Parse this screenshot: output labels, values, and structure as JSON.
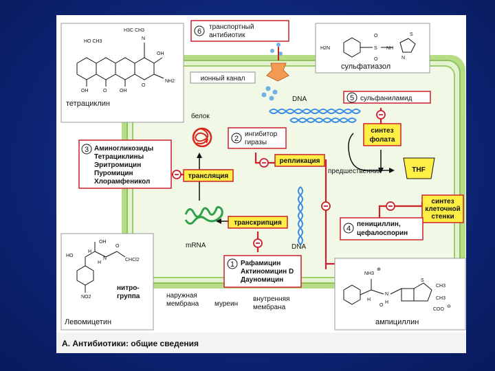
{
  "colors": {
    "background": "#0e2678",
    "cell_fill": "#dff0c8",
    "membrane": "#a8d470",
    "label_box_fill": "#ffee44",
    "label_box_border": "#cc1f2a",
    "inhibitor_red": "#cc1f2a",
    "dna_blue": "#3e8ee6",
    "mrna_green": "#2fa04a",
    "protein_red": "#d9261c"
  },
  "antibiotics": {
    "tetracycline": {
      "num": "",
      "name": "тетрациклин"
    },
    "transport": {
      "num": "6",
      "line1": "транспортный",
      "line2": "антибиотик"
    },
    "sulfathiazole": {
      "name": "сульфатиазол"
    },
    "sulfanilamide": {
      "num": "5",
      "name": "сульфаниламид"
    },
    "gyrase_inhibitor": {
      "num": "2",
      "line1": "ингибитор",
      "line2": "гиразы"
    },
    "translation_group": {
      "num": "3",
      "items": [
        "Аминогликозиды",
        "Тетрациклины",
        "Эритромицин",
        "Пуромицин",
        "Хлорамфеникол"
      ]
    },
    "penicillin": {
      "num": "4",
      "line1": "пенициллин,",
      "line2": "цефалоспорин"
    },
    "ampicillin": {
      "name": "ампициллин"
    },
    "rifamycin_group": {
      "num": "1",
      "items": [
        "Рафамицин",
        "Актиномицин D",
        "Дауномицин"
      ]
    },
    "chloramphenicol": {
      "name": "Левомицетин",
      "note1": "нитро-",
      "note2": "группа"
    }
  },
  "processes": {
    "translation": "трансляция",
    "transcription": "транскрипция",
    "replication": "репликация",
    "folate_synthesis": [
      "синтез",
      "фолата"
    ],
    "cell_wall_synthesis": [
      "синтез",
      "клеточной",
      "стенки"
    ]
  },
  "labels": {
    "ion_channel": "ионный канал",
    "dna_top": "DNA",
    "dna_bottom": "DNA",
    "protein": "белок",
    "mrna": "mRNA",
    "precursor": "предшественник",
    "thf": "THF",
    "outer_membrane": [
      "наружная",
      "мембрана"
    ],
    "murein": "муреин",
    "inner_membrane": [
      "внутренняя",
      "мембрана"
    ],
    "inhibit_symbol": "−"
  },
  "chem": {
    "tetra_top": "H3C  CH3",
    "tetra_n": "N",
    "tetra_ho_ch3": "HO  CH3",
    "tetra_oh_r": "OH",
    "tetra_nh2": "NH2",
    "tetra_oh_b1": "OH",
    "tetra_o_b": "O",
    "tetra_oh_b2": "OH",
    "tetra_o_b2": "O",
    "sulfa_h2n": "H2N",
    "sulfa_s": "S",
    "sulfa_o1": "O",
    "sulfa_o2": "O",
    "sulfa_nh": "NH",
    "sulfa_n": "N",
    "sulfa_ring_s": "S",
    "amp_nh3": "NH3",
    "amp_plus": "⊕",
    "amp_h1": "H",
    "amp_h2": "H",
    "amp_n": "N",
    "amp_o": "O",
    "amp_s": "S",
    "amp_ch3a": "CH3",
    "amp_ch3b": "CH3",
    "amp_coo": "COO",
    "amp_minus": "⊖",
    "chl_oh": "OH",
    "chl_ho": "HO",
    "chl_h1": "H",
    "chl_h2": "H",
    "chl_n": "N",
    "chl_o": "O",
    "chl_chcl2": "CHCl2",
    "chl_no2": "NO2"
  },
  "caption": "А. Антибиотики: общие сведения"
}
